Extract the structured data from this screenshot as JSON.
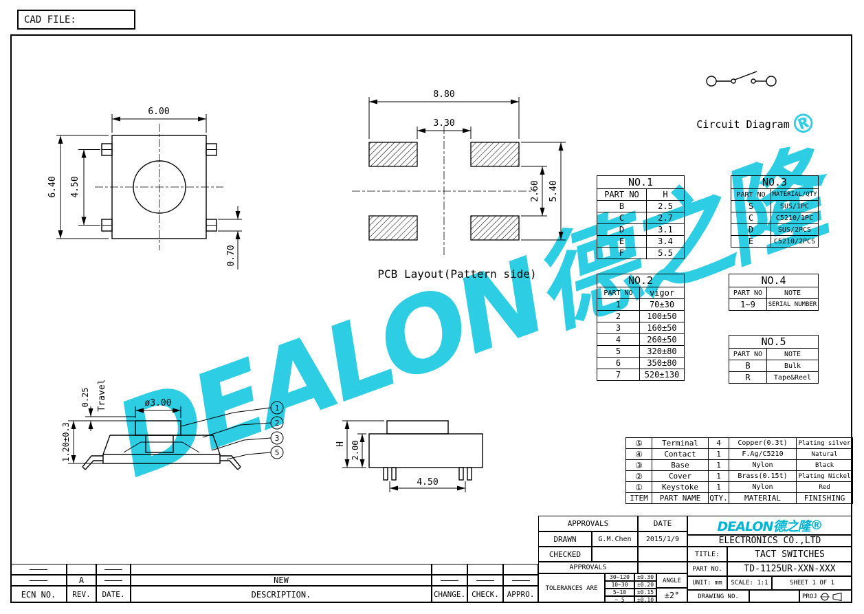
{
  "cad_file": {
    "label": "CAD FILE:"
  },
  "watermark": {
    "text": "DEALON德之隆",
    "reg": "®",
    "color": "#00c3de"
  },
  "top_view": {
    "dim_width": "6.00",
    "dim_height": "6.40",
    "dim_pitch": "4.50",
    "dim_terminal": "0.70"
  },
  "pcb_layout": {
    "caption": "PCB Layout(Pattern side)",
    "dim_outer_width": "8.80",
    "dim_inner_width": "3.30",
    "dim_inner_height": "2.60",
    "dim_outer_height": "5.40"
  },
  "circuit": {
    "caption": "Circuit Diagram"
  },
  "side_view": {
    "dim_total_height": "1.20±0.3",
    "dim_travel": "0.25",
    "travel_label": "Travel",
    "dim_button_dia": "ø3.00",
    "callouts": [
      "1",
      "2",
      "3",
      "5"
    ]
  },
  "front_view": {
    "dim_height": "H",
    "dim_body_height": "2.00",
    "dim_lead_pitch": "4.50"
  },
  "spec_tables": {
    "no1": {
      "title": "NO.1",
      "headers": [
        "PART NO",
        "H"
      ],
      "rows": [
        [
          "B",
          "2.5"
        ],
        [
          "C",
          "2.7"
        ],
        [
          "D",
          "3.1"
        ],
        [
          "E",
          "3.4"
        ],
        [
          "F",
          "5.5"
        ]
      ]
    },
    "no2": {
      "title": "NO.2",
      "headers": [
        "PART NO",
        "vigor"
      ],
      "rows": [
        [
          "1",
          "70±30"
        ],
        [
          "2",
          "100±50"
        ],
        [
          "3",
          "160±50"
        ],
        [
          "4",
          "260±50"
        ],
        [
          "5",
          "320±80"
        ],
        [
          "6",
          "350±80"
        ],
        [
          "7",
          "520±130"
        ]
      ]
    },
    "no3": {
      "title": "NO.3",
      "headers": [
        "PART NO",
        "MATERIAL/QTY"
      ],
      "rows": [
        [
          "S",
          "SUS/1PC"
        ],
        [
          "C",
          "C5210/1PC"
        ],
        [
          "D",
          "SUS/2PCS"
        ],
        [
          "E",
          "C5210/2PCS"
        ]
      ]
    },
    "no4": {
      "title": "NO.4",
      "headers": [
        "PART NO",
        "NOTE"
      ],
      "rows": [
        [
          "1~9",
          "SERIAL NUMBER"
        ]
      ]
    },
    "no5": {
      "title": "NO.5",
      "headers": [
        "PART NO",
        "NOTE"
      ],
      "rows": [
        [
          "B",
          "Bulk"
        ],
        [
          "R",
          "Tape&Reel"
        ]
      ]
    }
  },
  "parts_table": {
    "headers": [
      "ITEM",
      "PART NAME",
      "QTY.",
      "MATERIAL",
      "FINISHING"
    ],
    "rows": [
      [
        "⑤",
        "Terminal",
        "4",
        "Copper(0.3t)",
        "Plating silver"
      ],
      [
        "④",
        "Contact",
        "1",
        "F.Ag/C5210",
        "Natural"
      ],
      [
        "③",
        "Base",
        "1",
        "Nylon",
        "Black"
      ],
      [
        "②",
        "Cover",
        "1",
        "Brass(0.15t)",
        "Plating Nickel"
      ],
      [
        "①",
        "Keystoke",
        "1",
        "Nylon",
        "Red"
      ]
    ]
  },
  "title_block": {
    "approvals_header": "APPROVALS",
    "date_header": "DATE",
    "drawn_label": "DRAWN",
    "drawn_name": "G.M.Chen",
    "drawn_date": "2015/1/9",
    "checked_label": "CHECKED",
    "approvals_row_label": "APPROVALS",
    "tolerances_label": "TOLERANCES ARE",
    "tolerance_rows": [
      [
        "30~120",
        "±0.30"
      ],
      [
        "10~30",
        "±0.20"
      ],
      [
        "5~10",
        "±0.15"
      ],
      [
        "~ 5",
        "±0.10"
      ]
    ],
    "angle_label": "ANGLE",
    "angle_value": "±2°",
    "logo_text": "DEALON德之隆",
    "logo_reg": "®",
    "company_name": "ELECTRONICS CO.,LTD",
    "title_label": "TITLE:",
    "title_value": "TACT SWITCHES",
    "part_no_label": "PART NO.",
    "part_no_value": "TD-1125UR-XXN-XXX",
    "unit_text": "UNIT: mm",
    "scale_text": "SCALE: 1:1",
    "sheet_text": "SHEET 1 OF 1",
    "drawing_no_label": "DRAWING NO.",
    "proj_label": "PROJ"
  },
  "revision_strip": {
    "rev_value": "A",
    "description_value": "NEW",
    "ecn_label": "ECN NO.",
    "rev_label": "REV.",
    "date_label": "DATE.",
    "description_label": "DESCRIPTION.",
    "change_label": "CHANGE.",
    "check_label": "CHECK.",
    "appro_label": "APPRO."
  }
}
